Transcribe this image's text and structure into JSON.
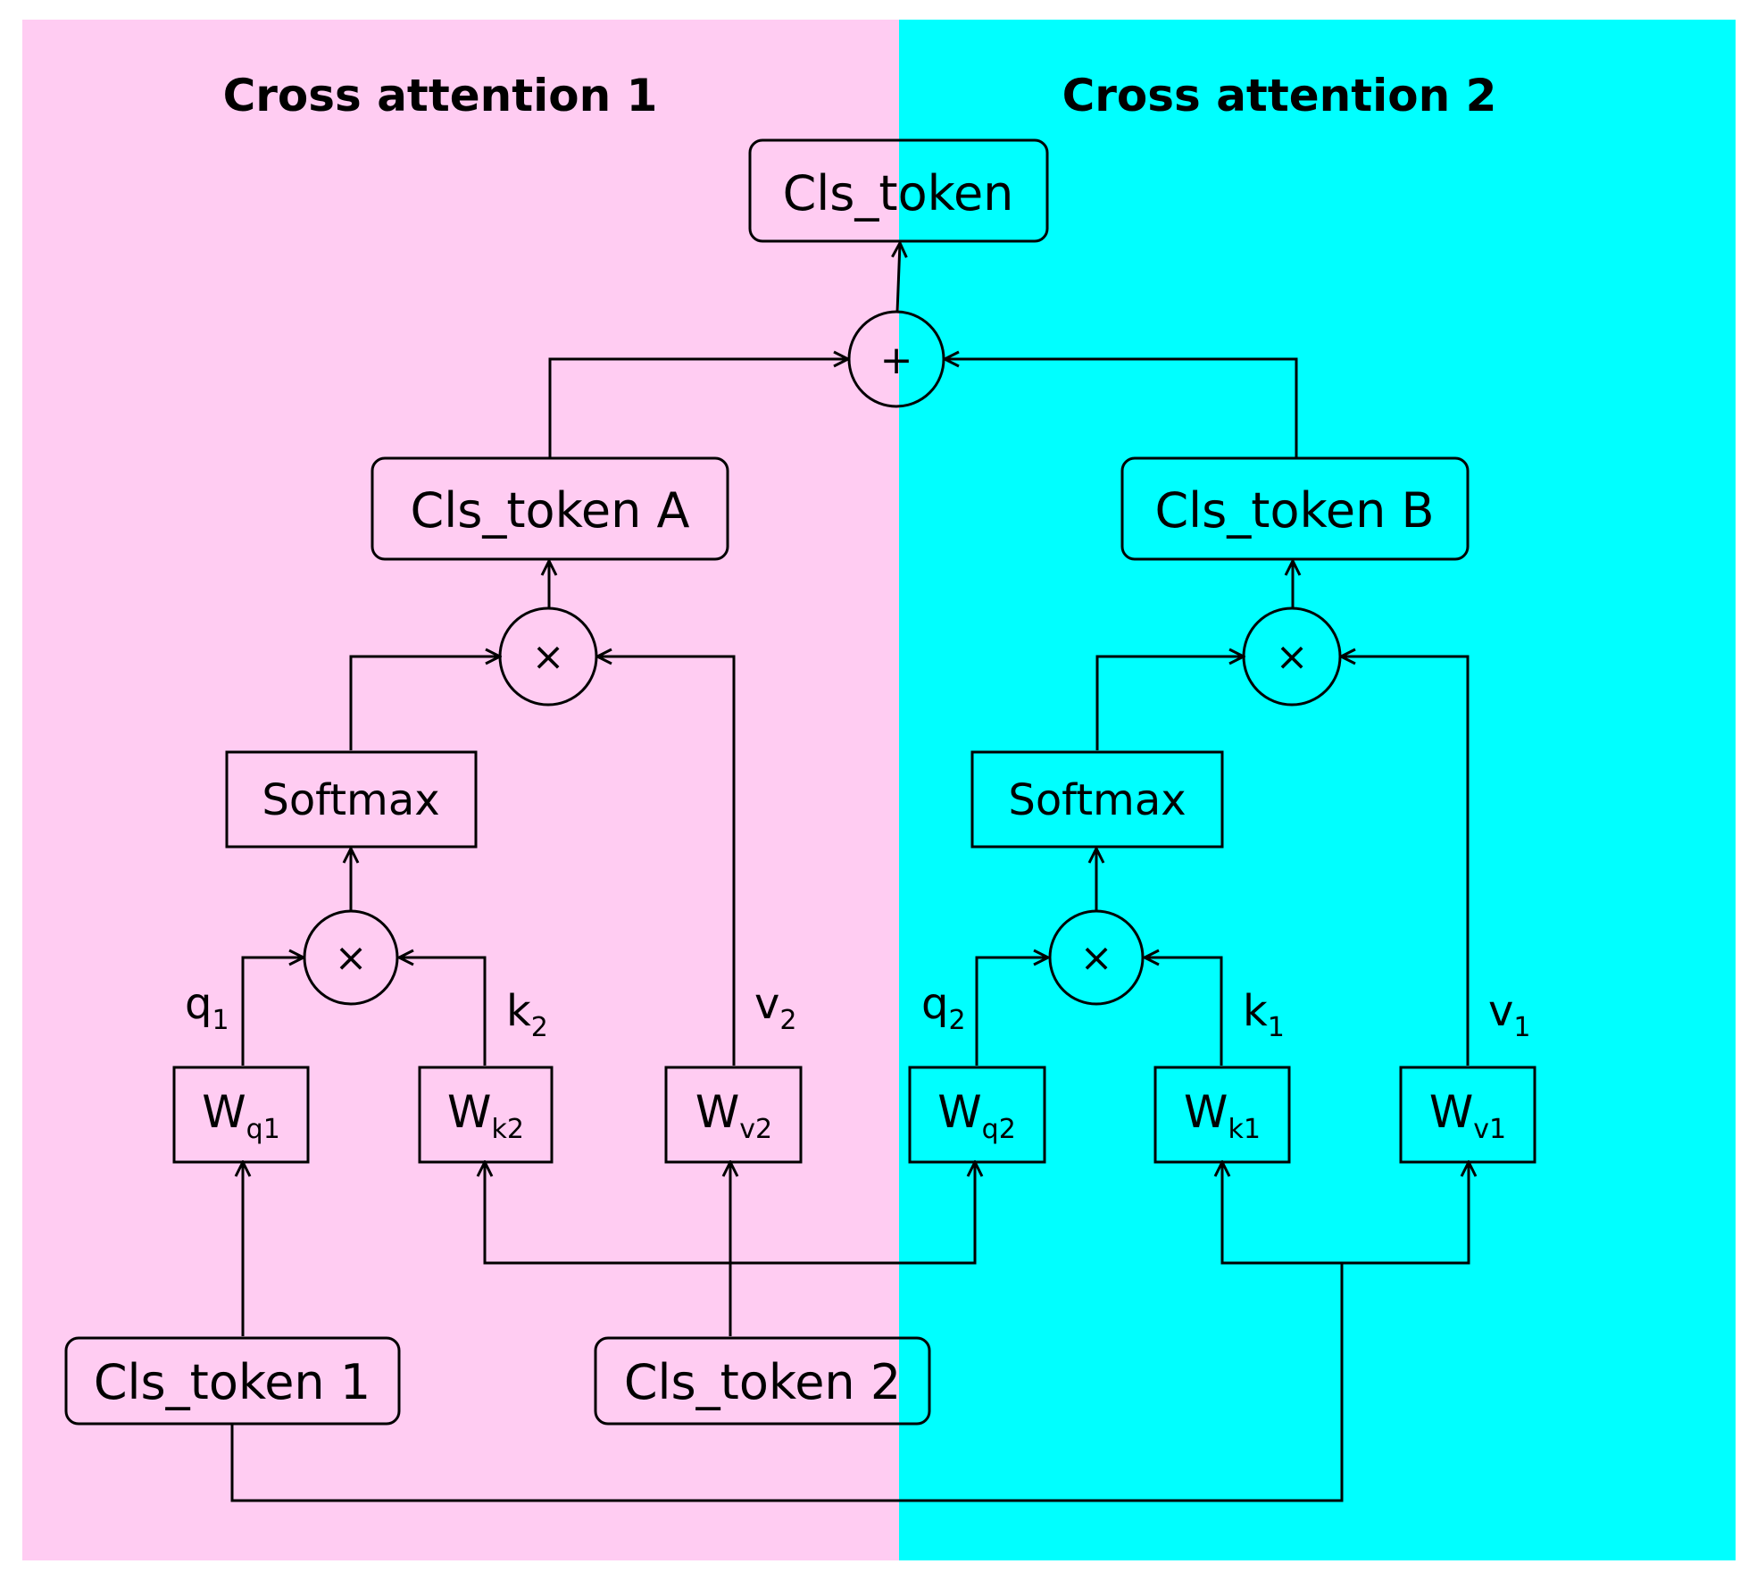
{
  "panels": {
    "left": {
      "title": "Cross attention 1",
      "color": "#ffccf2"
    },
    "right": {
      "title": "Cross attention 2",
      "color": "#00ffff"
    }
  },
  "nodes": {
    "cls_token_out": "Cls_token",
    "plus": "+",
    "cls_token_a": "Cls_token A",
    "cls_token_b": "Cls_token B",
    "mul_a": "×",
    "mul_b": "×",
    "softmax_a": "Softmax",
    "softmax_b": "Softmax",
    "mul_qk_a": "×",
    "mul_qk_b": "×",
    "wq1": {
      "base": "W",
      "sub": "q1"
    },
    "wk2": {
      "base": "W",
      "sub": "k2"
    },
    "wv2": {
      "base": "W",
      "sub": "v2"
    },
    "wq2": {
      "base": "W",
      "sub": "q2"
    },
    "wk1": {
      "base": "W",
      "sub": "k1"
    },
    "wv1": {
      "base": "W",
      "sub": "v1"
    },
    "cls_token_1": "Cls_token 1",
    "cls_token_2": "Cls_token 2"
  },
  "edge_labels": {
    "q1": {
      "base": "q",
      "sub": "1"
    },
    "k2": {
      "base": "k",
      "sub": "2"
    },
    "v2": {
      "base": "v",
      "sub": "2"
    },
    "q2": {
      "base": "q",
      "sub": "2"
    },
    "k1": {
      "base": "k",
      "sub": "1"
    },
    "v1": {
      "base": "v",
      "sub": "1"
    }
  }
}
